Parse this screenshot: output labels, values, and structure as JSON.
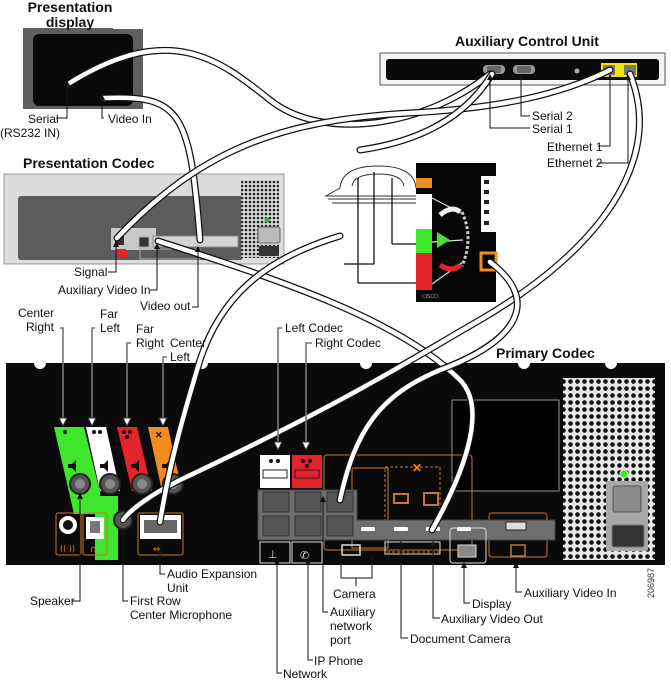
{
  "devices": {
    "presentation_display": {
      "title_line1": "Presentation",
      "title_line2": "display"
    },
    "auxiliary_control_unit": {
      "title": "Auxiliary Control Unit"
    },
    "presentation_codec": {
      "title": "Presentation Codec"
    },
    "primary_codec": {
      "title": "Primary Codec"
    }
  },
  "labels": {
    "display_serial": "Serial",
    "display_serial_sub": "(RS232 IN)",
    "display_video_in": "Video In",
    "acu_serial2": "Serial 2",
    "acu_serial1": "Serial 1",
    "acu_ethernet1": "Ethernet 1",
    "acu_ethernet2": "Ethernet 2",
    "pcodec_signal": "Signal",
    "pcodec_aux_video_in": "Auxiliary Video In",
    "pcodec_video_out": "Video out",
    "center_right_1": "Center",
    "center_right_2": "Right",
    "far_left_1": "Far",
    "far_left_2": "Left",
    "far_right_1": "Far",
    "far_right_2": "Right",
    "center_left_1": "Center",
    "center_left_2": "Left",
    "left_codec": "Left Codec",
    "right_codec": "Right Codec",
    "speaker": "Speaker",
    "first_row_mic_1": "First Row",
    "first_row_mic_2": "Center Microphone",
    "audio_exp_1": "Audio Expansion",
    "audio_exp_2": "Unit",
    "camera": "Camera",
    "aux_net_1": "Auxiliary",
    "aux_net_2": "network",
    "aux_net_3": "port",
    "network": "Network",
    "ip_phone": "IP Phone",
    "document_camera": "Document Camera",
    "aux_video_out": "Auxiliary Video Out",
    "display": "Display",
    "aux_video_in": "Auxiliary Video In"
  },
  "figure_id": "206987",
  "colors": {
    "chassis": "#0b0b0b",
    "green": "#3ee62c",
    "red": "#e3242b",
    "orange": "#f08c1e",
    "white": "#ffffff",
    "gray_panel": "#6e6e6e",
    "light_gray": "#d9d9d9",
    "yellow": "#f2e600",
    "orange_outline": "#c8782a"
  }
}
